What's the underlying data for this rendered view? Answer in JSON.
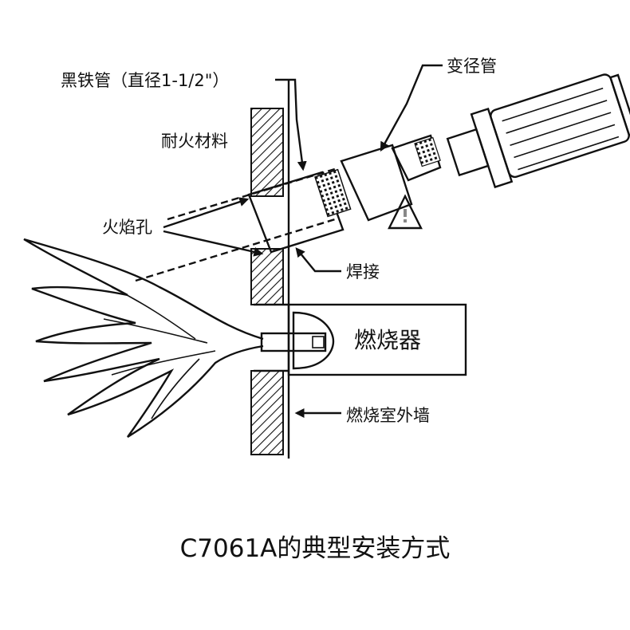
{
  "labels": {
    "black_iron_pipe": "黑铁管（直径1-1/2\"）",
    "reducer": "变径管",
    "refractory": "耐火材料",
    "flame_hole": "火焰孔",
    "weld": "焊接",
    "burner": "燃烧器",
    "outer_wall": "燃烧室外墙"
  },
  "caption": "C7061A的典型安装方式"
}
